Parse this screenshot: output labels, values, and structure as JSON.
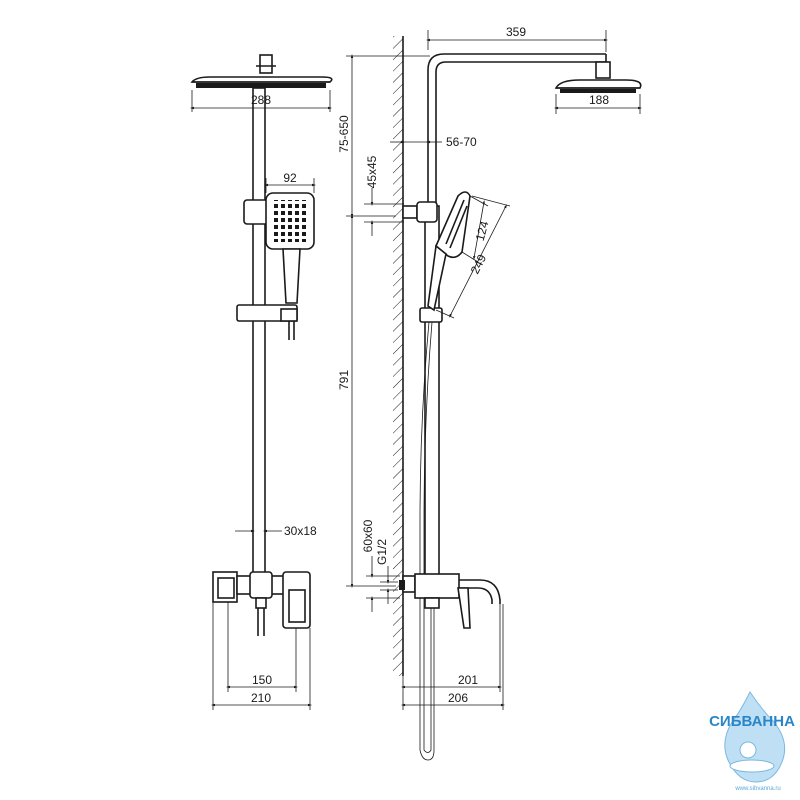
{
  "dimensions": {
    "front_head_width": "288",
    "front_handset_width": "92",
    "front_bar_section": "30x18",
    "front_mixer_centers": "150",
    "front_mixer_width": "210",
    "side_arm_length": "359",
    "side_head_width": "188",
    "side_height_range": "75-650",
    "side_wall_offset": "56-70",
    "side_bracket_size": "45x45",
    "side_handset_head": "124",
    "side_handset_length": "249",
    "side_bar_length": "791",
    "side_mount_size": "60x60",
    "side_thread": "G1/2",
    "side_spout_depth": "201",
    "side_overall_depth": "206"
  },
  "logo": {
    "name": "СИБВАННА",
    "url": "www.sibvanna.ru"
  },
  "colors": {
    "line": "#1a1a1a",
    "logo_blue": "#2a86c8"
  }
}
